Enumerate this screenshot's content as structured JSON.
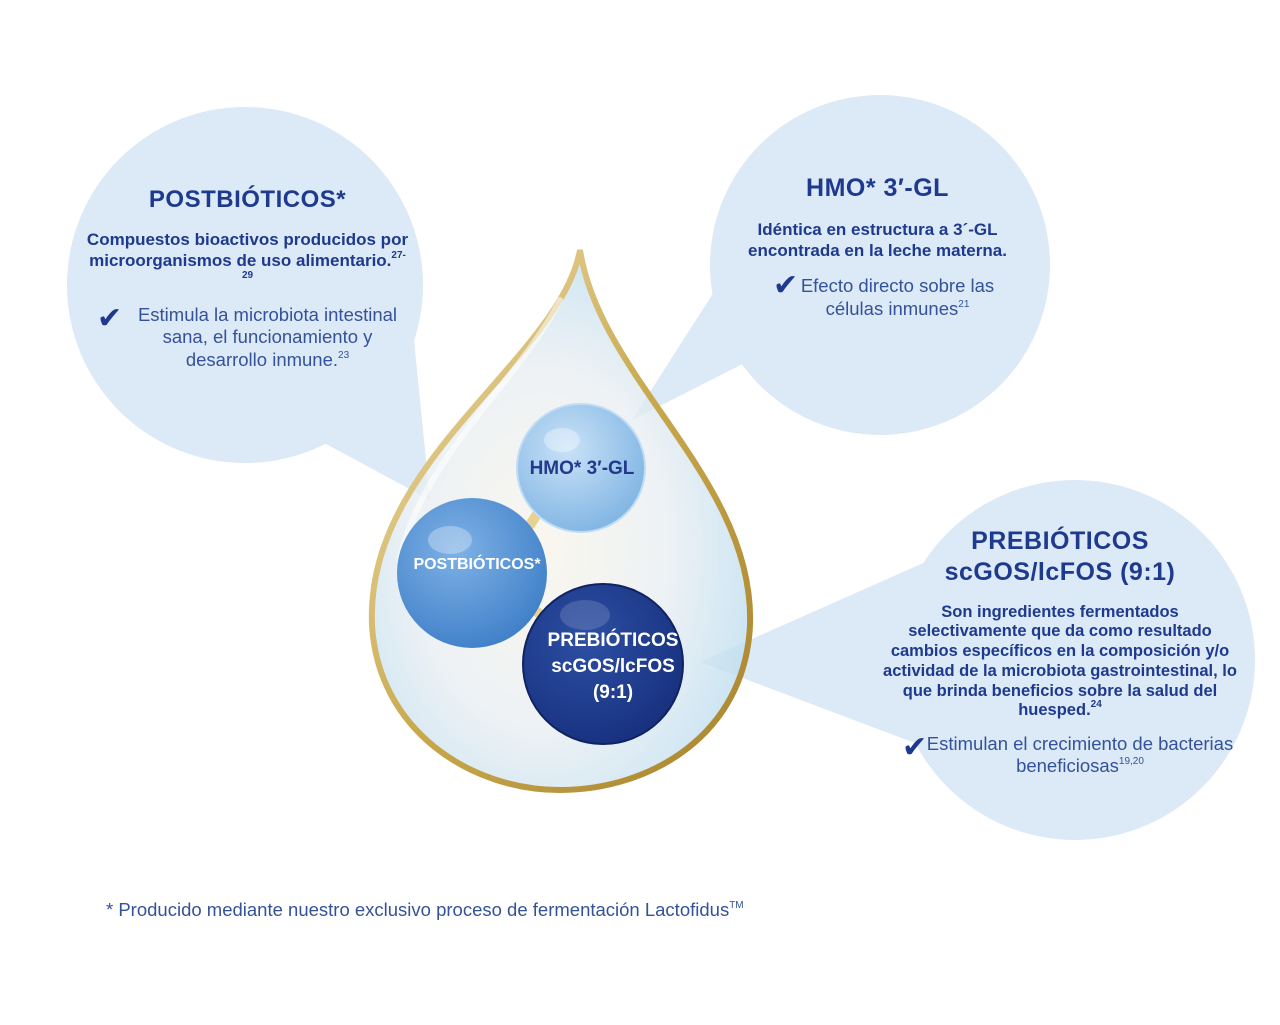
{
  "panels": {
    "postbioticos": {
      "title": "POSTBIÓTICOS*",
      "description": "Compuestos bioactivos producidos por microorganismos de uso alimentario.",
      "description_ref": "27-29",
      "benefit": "Estimula la microbiota intestinal sana, el funcionamiento y desarrollo inmune.",
      "benefit_ref": "23",
      "check_icon": "checkmark-icon"
    },
    "hmo": {
      "title": "HMO* 3′-GL",
      "description": "Idéntica en estructura a 3´-GL encontrada en la leche materna.",
      "benefit": "Efecto directo sobre las células inmunes",
      "benefit_ref": "21",
      "check_icon": "checkmark-icon"
    },
    "prebioticos": {
      "title_line1": "PREBIÓTICOS",
      "title_line2": "scGOS/lcFOS (9:1)",
      "description": "Son ingredientes fermentados selectivamente que da como resultado cambios específicos en la composición y/o actividad de la microbiota gastrointestinal, lo que brinda beneficios sobre la salud del huesped.",
      "description_ref": "24",
      "benefit": "Estimulan el crecimiento de bacterias beneficiosas",
      "benefit_ref": "19,20",
      "check_icon": "checkmark-icon"
    }
  },
  "bubbles": {
    "hmo": "HMO* 3′-GL",
    "postbioticos": "POSTBIÓTICOS*",
    "prebioticos_line1": "PREBIÓTICOS",
    "prebioticos_line2": "scGOS/lcFOS",
    "prebioticos_line3": "(9:1)"
  },
  "footnote": {
    "text": "* Producido mediante nuestro exclusivo proceso de fermentación Lactofidus",
    "trademark": "TM"
  },
  "colors": {
    "panel_fill": "#dce9f6",
    "title_blue": "#1e3a8e",
    "gold": "#c9a94e",
    "bubble_light": "#8cc0ea",
    "bubble_mid": "#4f8fd4",
    "bubble_dark": "#1e3a8c"
  }
}
